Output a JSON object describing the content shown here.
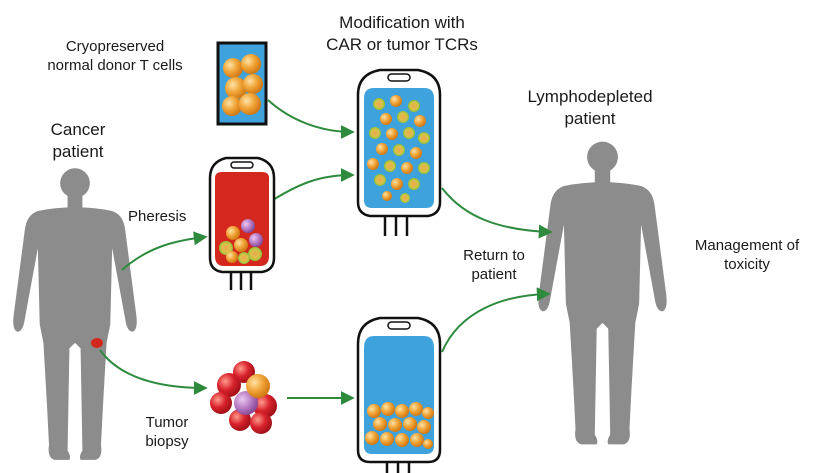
{
  "labels": {
    "cancer_patient": [
      "Cancer",
      "patient"
    ],
    "cryopreserved": [
      "Cryopreserved",
      "normal donor T cells"
    ],
    "modification": [
      "Modification with",
      "CAR or tumor TCRs"
    ],
    "lymphodepleted": [
      "Lymphodepleted",
      "patient"
    ],
    "pheresis": "Pheresis",
    "return": [
      "Return to",
      "patient"
    ],
    "management": [
      "Management of",
      "toxicity"
    ],
    "tumor_biopsy": [
      "Tumor",
      "biopsy"
    ]
  },
  "colors": {
    "silhouette": "#8c8c8c",
    "arrow": "#2e8b3e",
    "blood_red": "#d4281e",
    "bag_blue": "#3ea3dc",
    "cell_orange": "#f0a436",
    "cell_green": "#9ccc3c",
    "cell_purple": "#b478c0",
    "tumor_red": "#d8222c",
    "bag_outline": "#111111"
  },
  "icons": [
    "person-silhouette",
    "cell-bag",
    "cell-cluster",
    "tumor-site-marker"
  ]
}
